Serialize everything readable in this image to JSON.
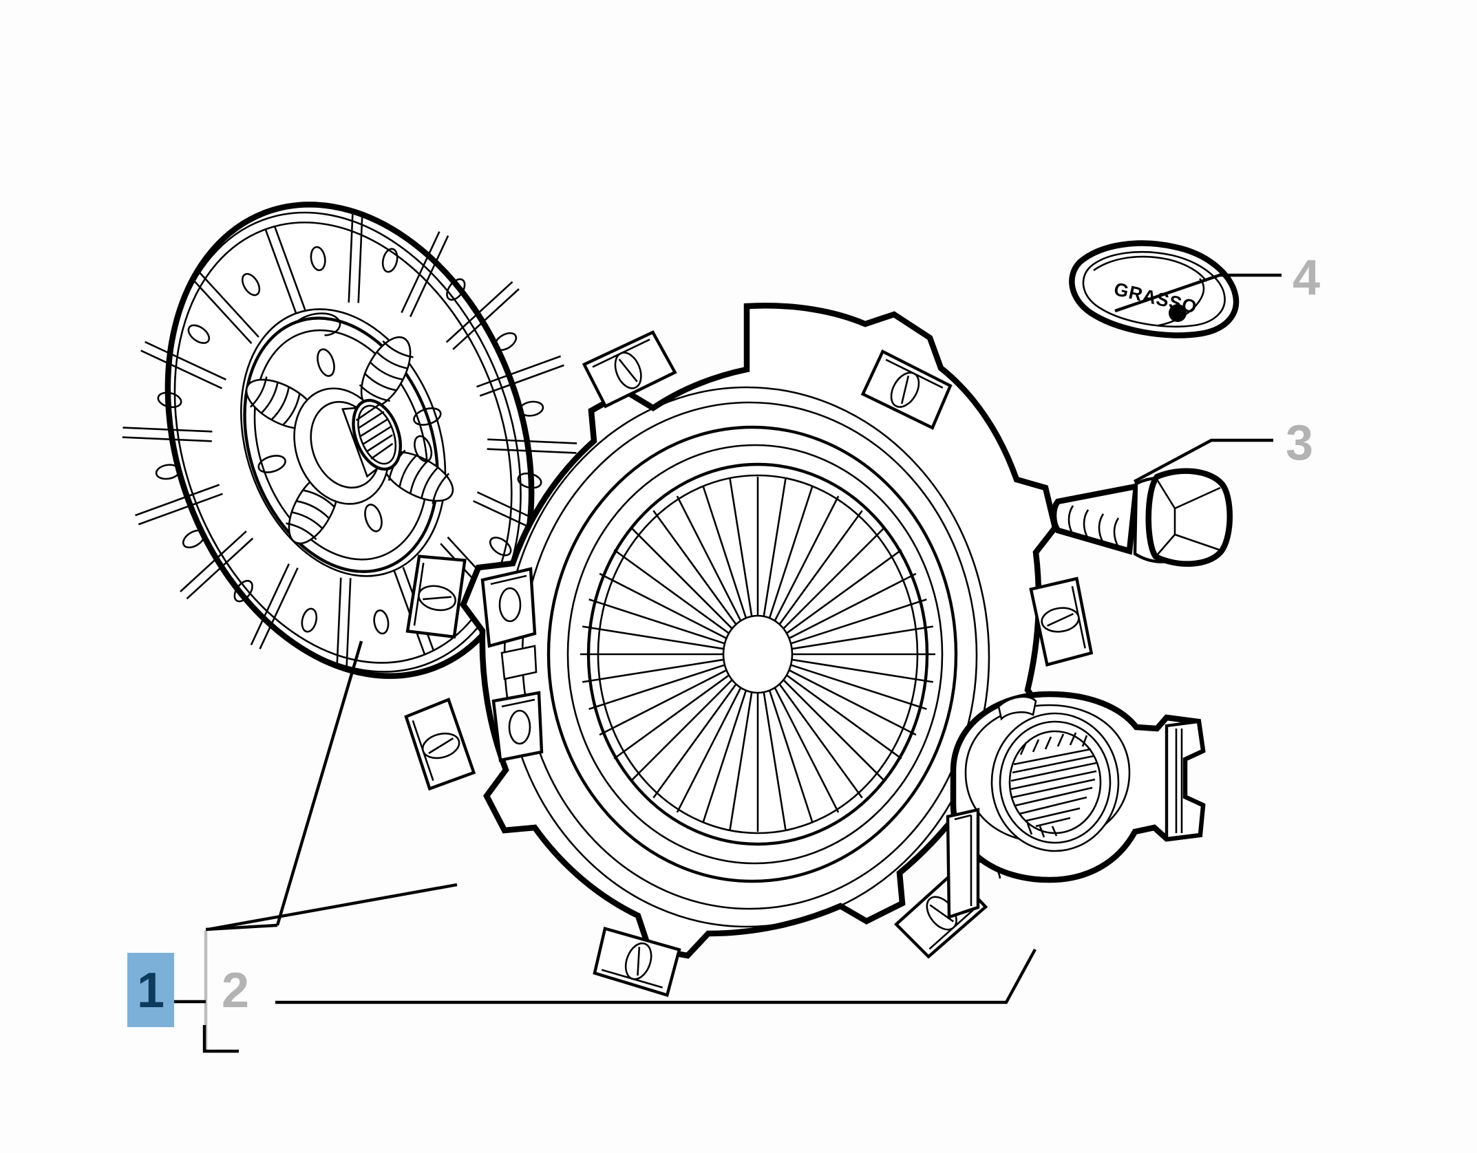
{
  "page": {
    "background_color": "#fdfdfd",
    "title": "Clutch assembly exploded parts diagram"
  },
  "colors": {
    "highlight_box": "#7cb0d8",
    "selected_number": "#0c3b5e",
    "unselected_number": "#b3b3b3",
    "line": "#000000",
    "bracket_gray": "#bdbdbd"
  },
  "callouts": [
    {
      "id": "callout-1",
      "number": "1",
      "state": "selected",
      "highlighted": true,
      "part": "clutch-kit-group"
    },
    {
      "id": "callout-2",
      "number": "2",
      "state": "unselected",
      "highlighted": false,
      "part": "clutch-pressure-plate"
    },
    {
      "id": "callout-3",
      "number": "3",
      "state": "unselected",
      "highlighted": false,
      "part": "flange-bolt"
    },
    {
      "id": "callout-4",
      "number": "4",
      "state": "unselected",
      "highlighted": false,
      "part": "grease-sachet"
    }
  ],
  "parts": [
    {
      "id": "clutch-friction-disc",
      "label": "clutch friction disc",
      "callout": "1"
    },
    {
      "id": "clutch-pressure-plate",
      "label": "clutch pressure plate cover with diaphragm spring",
      "callout": "2"
    },
    {
      "id": "release-bearing",
      "label": "clutch release bearing",
      "callout": "2"
    },
    {
      "id": "flange-bolt",
      "label": "hex flange bolt",
      "callout": "3"
    },
    {
      "id": "grease-sachet",
      "label": "grease sachet",
      "callout": "4",
      "marking": "GRASSO"
    }
  ],
  "annotations": {
    "grease_label": "GRASSO"
  }
}
